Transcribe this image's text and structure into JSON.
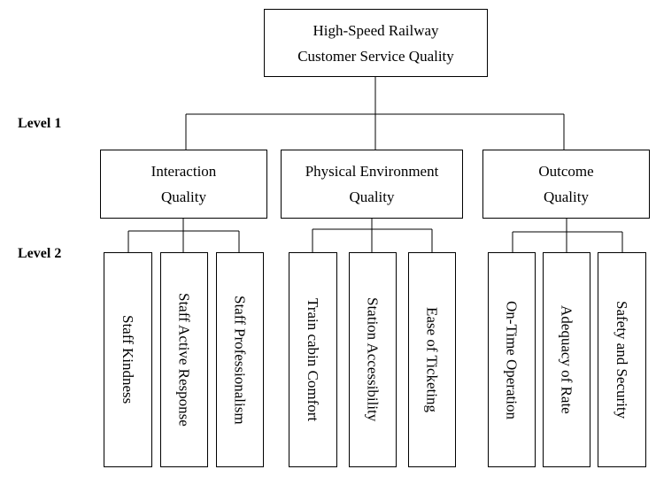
{
  "root": {
    "line1": "High-Speed Railway",
    "line2": "Customer Service Quality"
  },
  "levels": {
    "level1": "Level  1",
    "level2": "Level  2"
  },
  "dimensions": [
    {
      "line1": "Interaction",
      "line2": "Quality",
      "items": [
        "Staff Kindness",
        "Staff Active Response",
        "Staff Professionalism"
      ]
    },
    {
      "line1": "Physical Environment",
      "line2": "Quality",
      "items": [
        "Train cabin Comfort",
        "Station Accessibility",
        "Ease of Ticketing"
      ]
    },
    {
      "line1": "Outcome",
      "line2": "Quality",
      "items": [
        "On-Time Operation",
        "Adequacy of Rate",
        "Safety and Security"
      ]
    }
  ]
}
